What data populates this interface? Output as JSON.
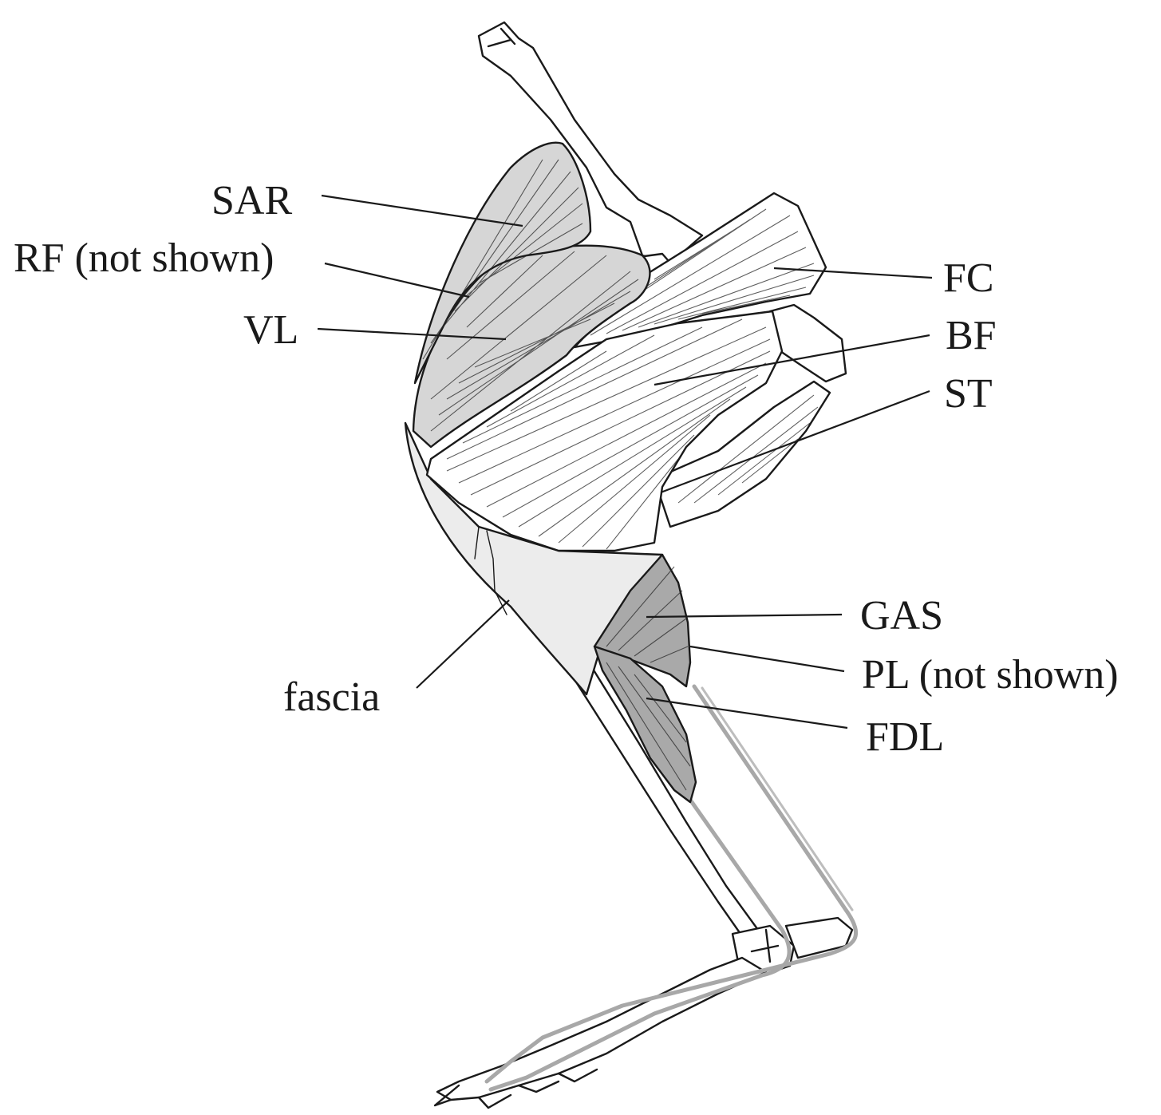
{
  "labels": {
    "sar": "SAR",
    "rf": "RF (not shown)",
    "vl": "VL",
    "fc": "FC",
    "bf": "BF",
    "st": "ST",
    "gas": "GAS",
    "pl": "PL (not shown)",
    "fdl": "FDL",
    "fascia": "fascia"
  }
}
